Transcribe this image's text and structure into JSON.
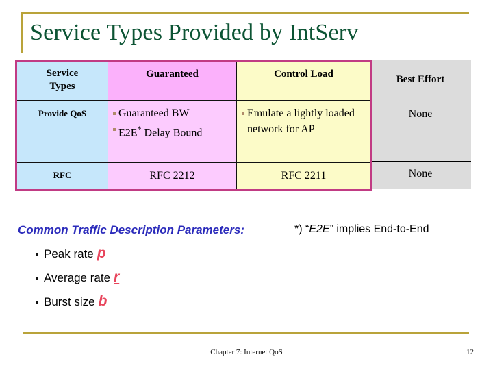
{
  "slide": {
    "title": "Service Types Provided by IntServ",
    "accent_gold": "#b9a33a",
    "title_color": "#0c5434",
    "table_border_color": "#c13b84"
  },
  "table": {
    "columns": [
      {
        "key": "service_types",
        "label": "Service",
        "label_line2": "Types",
        "bg": "#c6e7fb"
      },
      {
        "key": "guaranteed",
        "label": "Guaranteed",
        "bg_header": "#fbb1fb",
        "bg_body": "#fccbfe"
      },
      {
        "key": "control_load",
        "label": "Control Load",
        "bg": "#fcfbc8"
      },
      {
        "key": "best_effort",
        "label": "Best Effort",
        "bg": "#dcdcdc"
      }
    ],
    "rows": [
      {
        "label": "Provide QoS",
        "guaranteed_bullets": [
          "Guaranteed BW",
          "E2E* Delay Bound"
        ],
        "control_load_bullets": [
          "Emulate a lightly loaded network for AP"
        ],
        "best_effort": "None"
      },
      {
        "label": "RFC",
        "guaranteed": "RFC 2212",
        "control_load": "RFC 2211",
        "best_effort": "None"
      }
    ]
  },
  "parameters": {
    "title": "Common Traffic Description Parameters:",
    "title_color": "#2b2bbb",
    "var_color": "#e8455c",
    "items": [
      {
        "text": "Peak rate",
        "var": "p"
      },
      {
        "text": "Average rate",
        "var": "r"
      },
      {
        "text": "Burst size",
        "var": "b"
      }
    ]
  },
  "note": {
    "prefix": "*) “",
    "term": "E2E",
    "suffix": "” implies End-to-End"
  },
  "footer": {
    "center": "Chapter 7: Internet QoS",
    "page": "12"
  }
}
